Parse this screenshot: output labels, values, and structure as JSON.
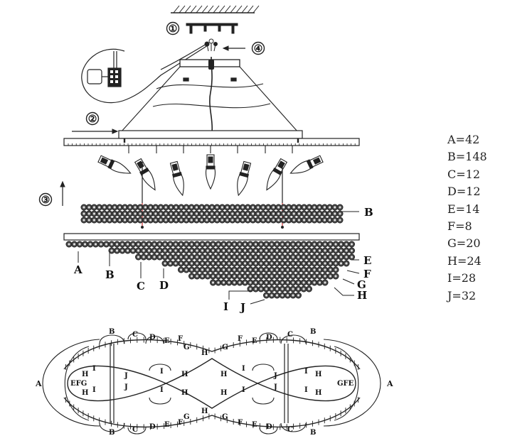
{
  "steps": [
    "①",
    "②",
    "③",
    "④"
  ],
  "bead_legend": [
    {
      "key": "A",
      "count": "42"
    },
    {
      "key": "B",
      "count": "148"
    },
    {
      "key": "C",
      "count": "12"
    },
    {
      "key": "D",
      "count": "12"
    },
    {
      "key": "E",
      "count": "14"
    },
    {
      "key": "F",
      "count": "8"
    },
    {
      "key": "G",
      "count": "20"
    },
    {
      "key": "H",
      "count": "24"
    },
    {
      "key": "I",
      "count": "28"
    },
    {
      "key": "J",
      "count": "32"
    }
  ],
  "legend_lines": [
    "A=42",
    "B=148",
    "C=12",
    "D=12",
    "E=14",
    "F=8",
    "G=20",
    "H=24",
    "I=28",
    "J=32"
  ],
  "callouts": {
    "ring_b": "B",
    "curtain_a": "A",
    "curtain_b": "B",
    "curtain_c": "C",
    "curtain_d": "D",
    "curtain_e": "E",
    "curtain_f": "F",
    "curtain_g": "G",
    "curtain_h": "H",
    "curtain_i": "I",
    "curtain_j": "J"
  },
  "plan_labels": {
    "top": [
      "B",
      "C",
      "D",
      "E",
      "F",
      "G",
      "H",
      "G",
      "F",
      "E",
      "D",
      "C",
      "B"
    ],
    "bottom": [
      "B",
      "C",
      "D",
      "E",
      "F",
      "G",
      "H",
      "G",
      "F",
      "E",
      "D",
      "C",
      "B"
    ],
    "inner_left": [
      "H",
      "I",
      "J",
      "I",
      "H"
    ],
    "inner_right": [
      "H",
      "I",
      "J",
      "I",
      "H"
    ],
    "end_left_outer": "A",
    "end_right_outer": "A",
    "end_left_inner": "EFG",
    "end_right_inner": "GFE"
  }
}
